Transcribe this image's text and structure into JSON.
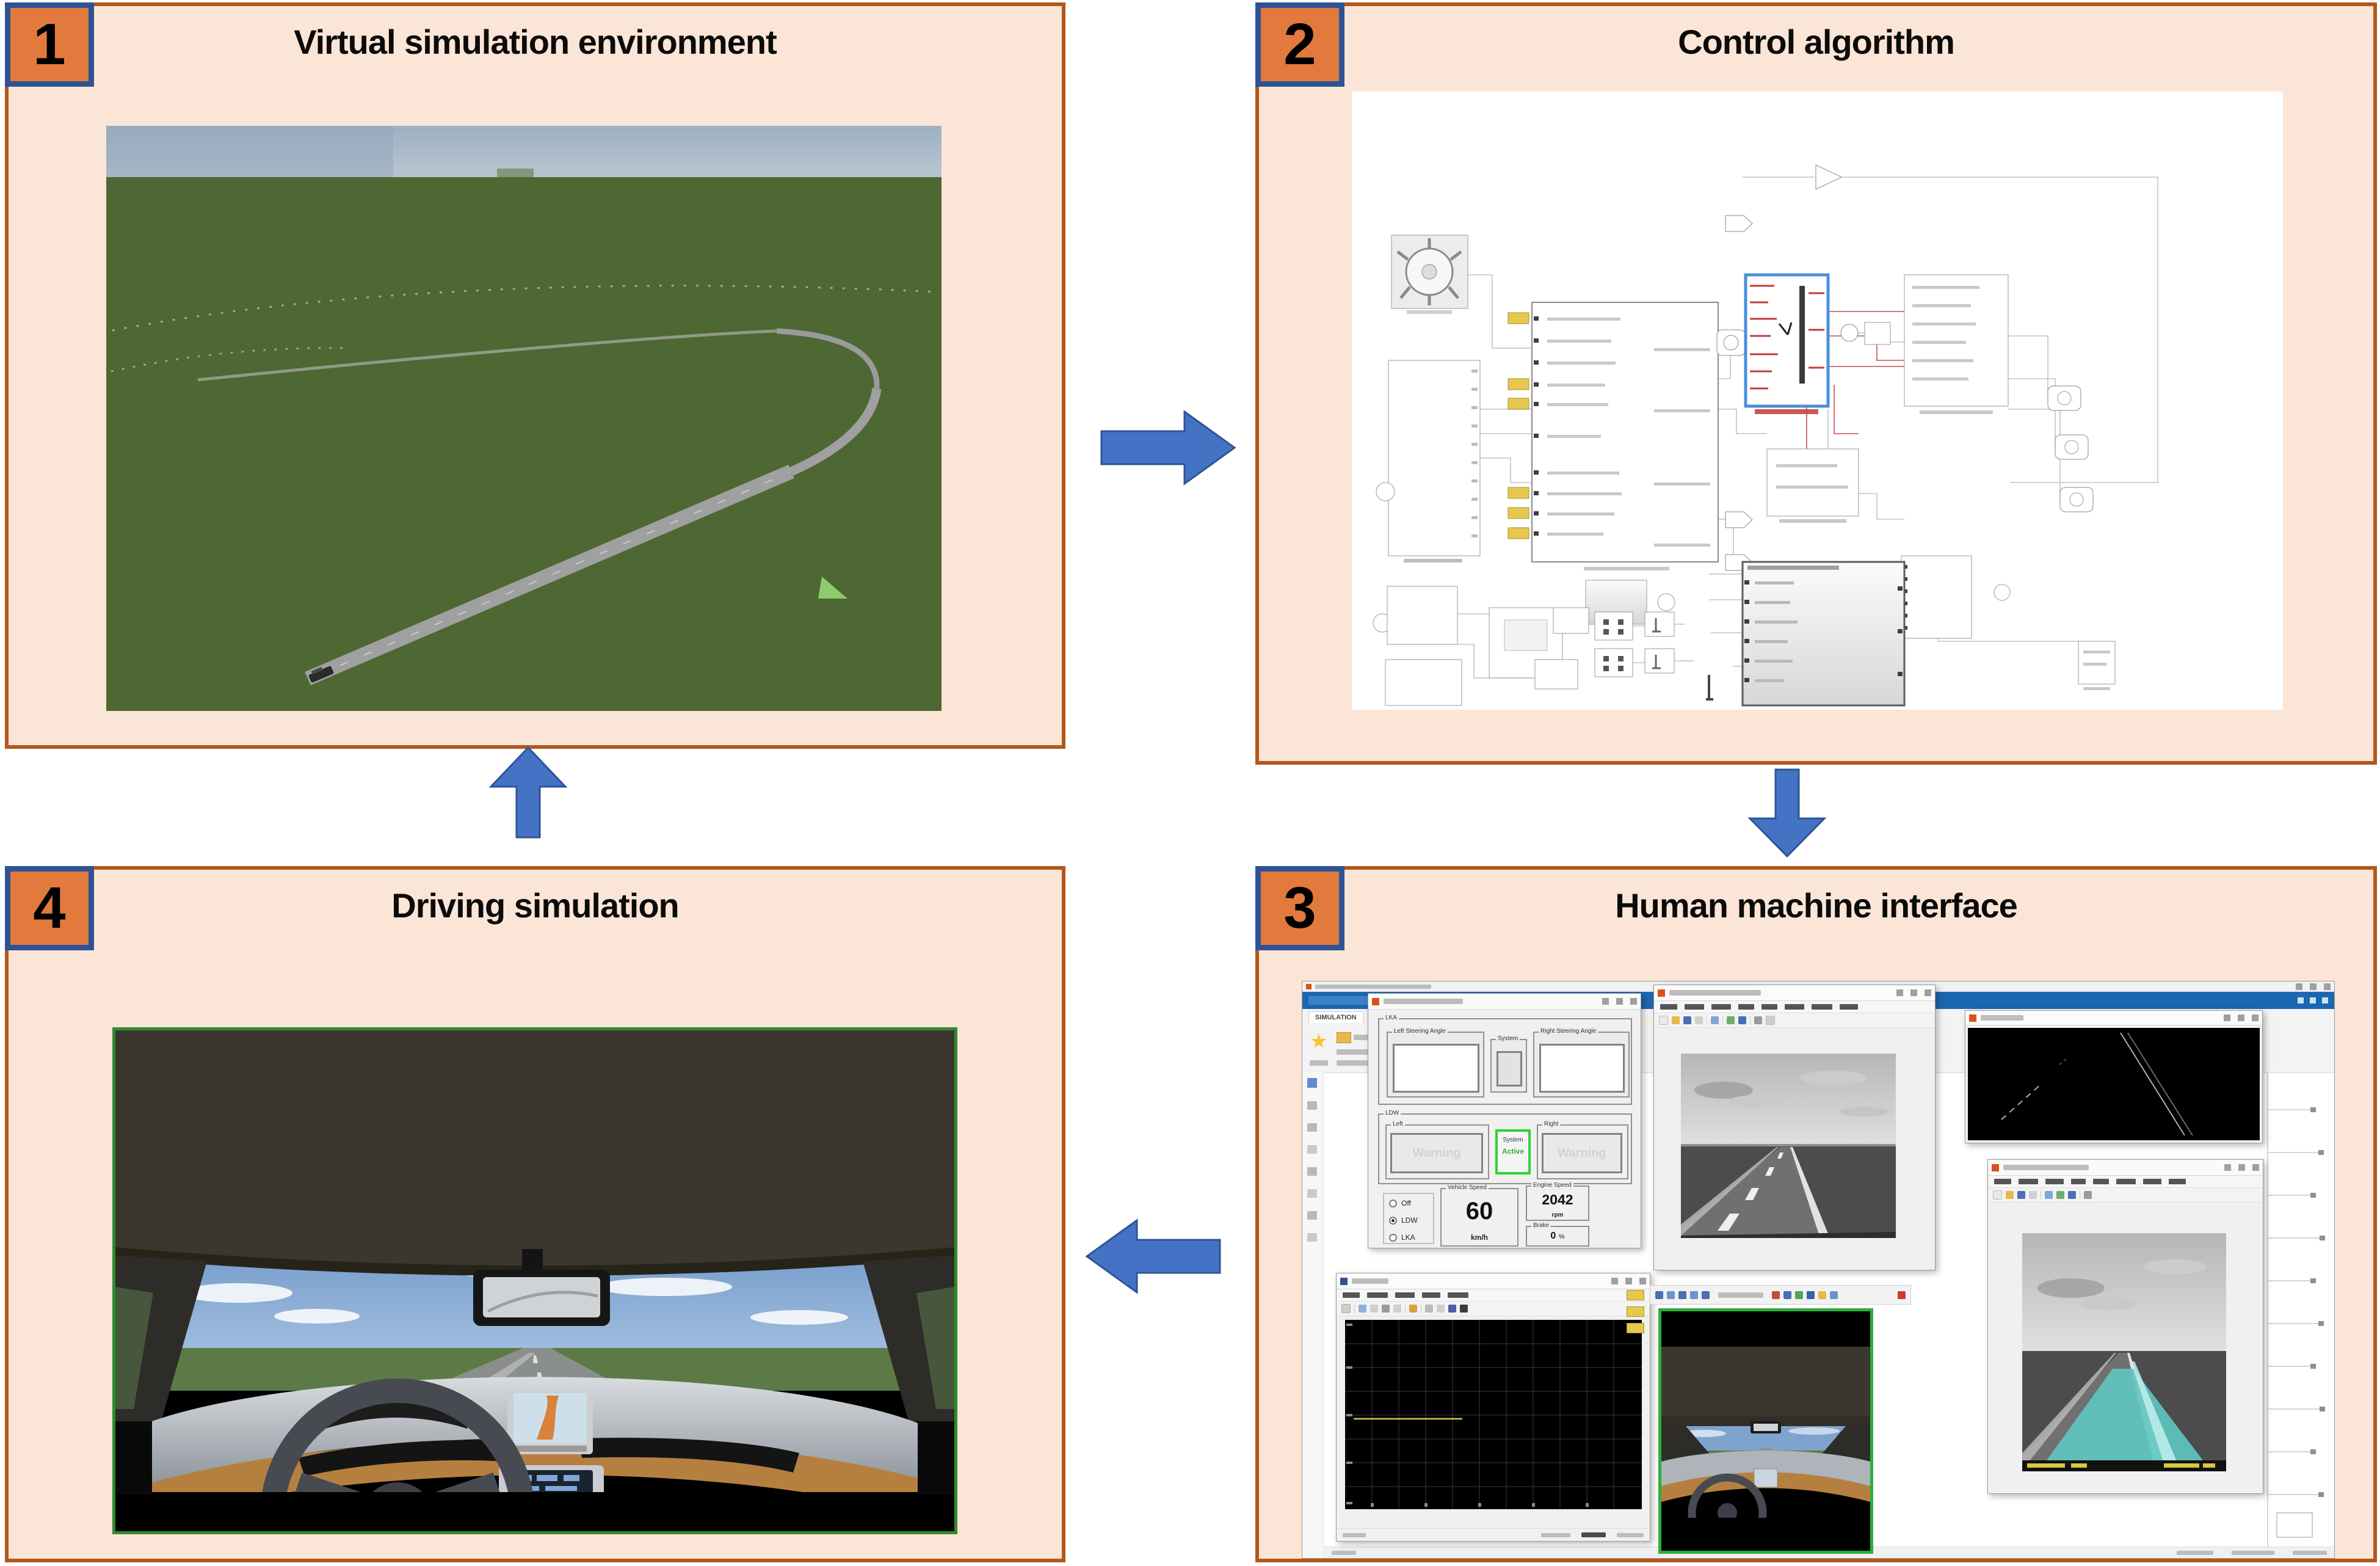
{
  "figure": {
    "panels": [
      {
        "num": "1",
        "title": "Virtual simulation environment"
      },
      {
        "num": "2",
        "title": "Control algorithm"
      },
      {
        "num": "3",
        "title": "Human machine interface"
      },
      {
        "num": "4",
        "title": "Driving simulation"
      }
    ]
  },
  "colors": {
    "panel_bg": "#fbe5d6",
    "panel_border": "#b3571c",
    "badge_bg": "#e2793d",
    "badge_border": "#2e5395",
    "arrow_fill": "#4472c4",
    "arrow_stroke": "#2f5496",
    "active_green": "#2fd32f",
    "lane_overlay": "#5fc6c0"
  },
  "hmi": {
    "ribbon_tab": "SIMULATION",
    "dialog": {
      "group_lka": "LKA",
      "group_ldw": "LDW",
      "left_steering_label": "Left Steering Angle",
      "right_steering_label": "Right Steering Angle",
      "system_label": "System",
      "left_label": "Left",
      "right_label": "Right",
      "warning_text": "Warning",
      "system_box_label": "System",
      "system_box_value": "Active",
      "radios": [
        {
          "label": "Off",
          "selected": false
        },
        {
          "label": "LDW",
          "selected": true
        },
        {
          "label": "LKA",
          "selected": false
        }
      ],
      "vehicle_speed": {
        "label": "Vehicle Speed",
        "value": "60",
        "unit": "km/h"
      },
      "engine_speed": {
        "label": "Engine Speed",
        "value": "2042",
        "unit": "rpm"
      },
      "brake": {
        "label": "Brake",
        "value": "0",
        "unit": "%"
      }
    }
  }
}
